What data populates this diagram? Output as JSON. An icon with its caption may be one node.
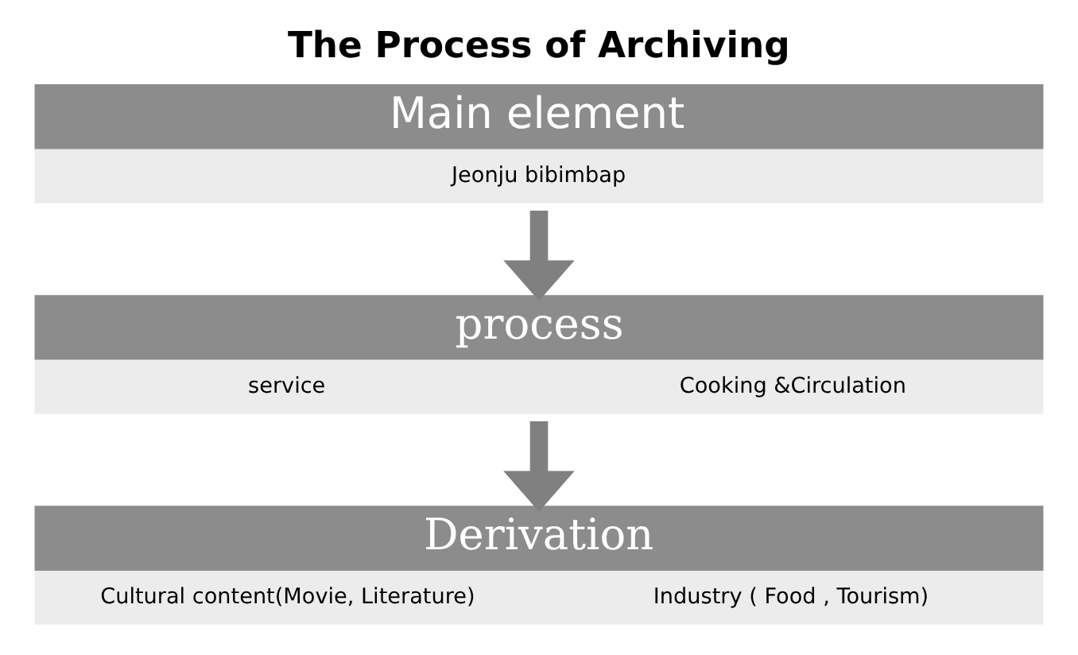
{
  "diagram": {
    "title": "The Process of Archiving",
    "nodes": [
      {
        "text": [
          "Main element",
          "Jeonju bibimbap"
        ]
      },
      {
        "text": [
          "process",
          "service",
          "Cooking &Circulation"
        ]
      },
      {
        "text": [
          "Derivation",
          "Cultural content(Movie, Literature)",
          "Industry ( Food , Tourism)"
        ]
      }
    ],
    "edges": [
      {
        "from": 0,
        "to": 1,
        "arrow": "to"
      },
      {
        "from": 1,
        "to": 2,
        "arrow": "to"
      }
    ]
  }
}
